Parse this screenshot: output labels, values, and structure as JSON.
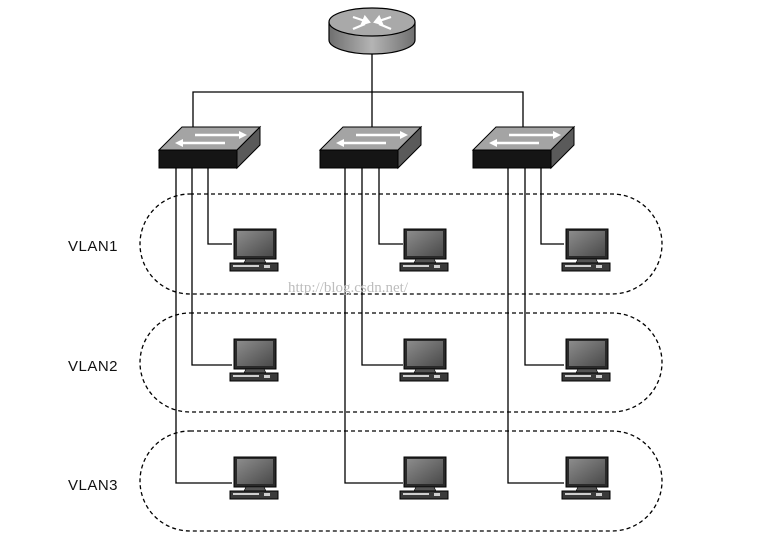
{
  "diagram": {
    "vlans": [
      {
        "label": "VLAN1"
      },
      {
        "label": "VLAN2"
      },
      {
        "label": "VLAN3"
      }
    ],
    "watermark": "http://blog.csdn.net/",
    "icons": {
      "router": "router-icon",
      "switch": "switch-icon",
      "computer": "computer-icon"
    },
    "colors": {
      "line": "#000000",
      "device_fill": "#9a9a9a",
      "device_dark": "#1a1a1a",
      "screen": "#6b6b6b",
      "background": "#ffffff"
    }
  }
}
